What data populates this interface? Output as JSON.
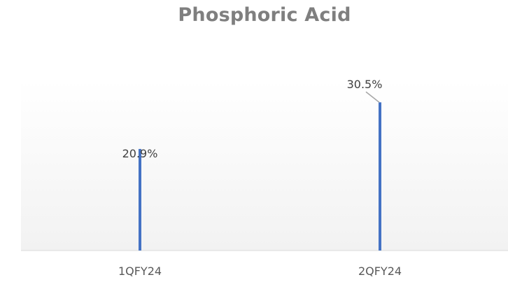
{
  "chart_data": {
    "type": "bar",
    "title": "Phosphoric Acid",
    "categories": [
      "1QFY24",
      "2QFY24"
    ],
    "values": [
      20.9,
      30.5
    ],
    "data_labels": [
      "20.9%",
      "30.5%"
    ],
    "xlabel": "",
    "ylabel": "",
    "ylim": [
      0,
      35
    ],
    "grid": false,
    "legend": "none",
    "colors": {
      "bar": "#4472c4",
      "title": "#7f7f7f",
      "axis": "#d9d9d9",
      "leader_line": "#a6a6a6"
    }
  }
}
